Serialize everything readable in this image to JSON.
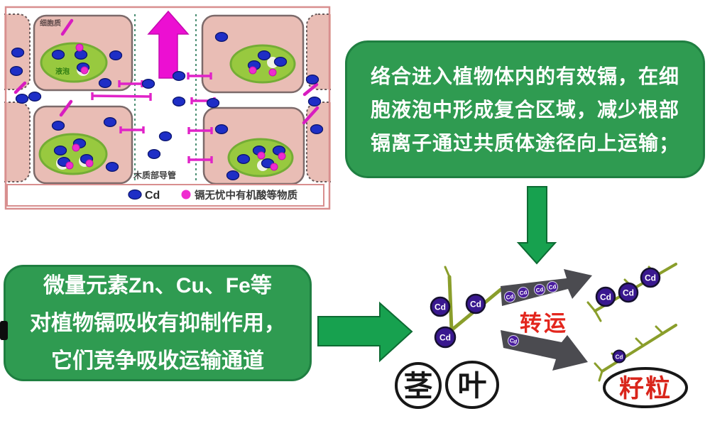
{
  "colors": {
    "box_green": "#2f9b51",
    "box_green_border": "#1f7f41",
    "arrow_green": "#17a14f",
    "magenta": "#ec0fd2",
    "cell_pink": "#e9bdb5",
    "vacuole_green": "#98c93f",
    "cd_ion_blue": "#1e2ec6",
    "cd_badge_purple": "#39188f",
    "dark_arrow_gray": "#4b4b50",
    "transport_red": "#e3261d",
    "grain_red": "#d9251b"
  },
  "cell_diagram": {
    "cytoplasm_label": "细胞质",
    "vacuole_label": "液泡",
    "xylem_label": "木质部导管",
    "legend": {
      "cd": "Cd",
      "organic": "镉无忧中有机酸等物质"
    }
  },
  "box_top": {
    "lines": [
      "络合进入植物体内的有效镉，在细",
      "胞液泡中形成复合区域，减少根部",
      "镉离子通过共质体途径向上运输；"
    ]
  },
  "box_bottom": {
    "lines": [
      "微量元素Zn、Cu、Fe等",
      "对植物镉吸收有抑制作用，",
      "它们竞争吸收运输通道"
    ]
  },
  "transport": {
    "label": "转运"
  },
  "cd": "Cd",
  "organs": {
    "stem": "茎",
    "leaf": "叶",
    "grain": "籽粒"
  }
}
